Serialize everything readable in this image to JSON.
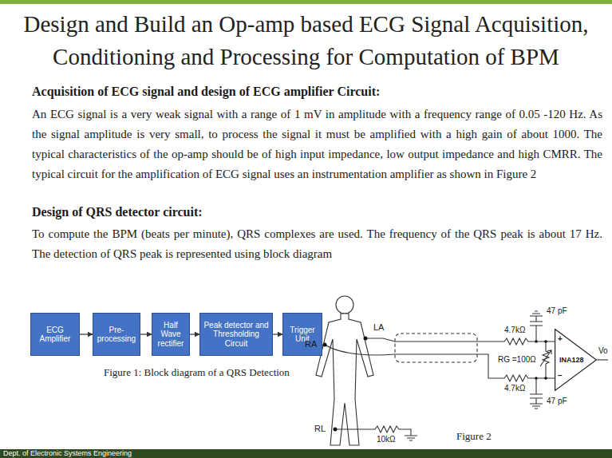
{
  "diagram": {
    "title": "Design and Build an Op-amp based ECG Signal Acquisition, Conditioning and Processing for Computation of BPM",
    "nodes": [
      {
        "text": [
          "ECG Amplifier"
        ]
      },
      {
        "text": [
          "Pre-processing"
        ]
      },
      {
        "text": [
          "Half Wave rectifier"
        ]
      },
      {
        "text": [
          "Peak detector and Thresholding Circuit"
        ]
      },
      {
        "text": [
          "Trigger Unit"
        ]
      },
      {
        "text": [
          "INA128"
        ]
      }
    ],
    "edges": [
      {
        "from": 0,
        "to": 1,
        "arrow": "to"
      },
      {
        "from": 1,
        "to": 2,
        "arrow": "to"
      },
      {
        "from": 2,
        "to": 3,
        "arrow": "to"
      },
      {
        "from": 3,
        "to": 4,
        "arrow": "to"
      }
    ],
    "labels": [
      "Acquisition of ECG signal and design of ECG amplifier Circuit:",
      "An ECG signal is a very weak signal with a range of 1 mV in amplitude with a frequency range of 0.05 -120 Hz. As the signal amplitude is very small, to process the signal it must be amplified with a high gain of about 1000. The typical characteristics of the op-amp should be of high input impedance, low output impedance and high CMRR. The typical circuit for the amplification of ECG signal uses an instrumentation amplifier as shown in Figure 2",
      "Design of QRS detector circuit:",
      "To compute the BPM (beats per minute), QRS complexes are used. The frequency of the QRS peak is about 17 Hz. The detection of QRS peak is represented using block diagram",
      "Figure 1: Block diagram of a QRS Detection",
      "RA",
      "LA",
      "RL",
      "10kΩ",
      "47 pF",
      "4.7kΩ",
      "RG =100Ω",
      "4.7kΩ",
      "47 pF",
      "+",
      "−",
      "Vo",
      "Figure 2",
      "Dept. of Electronic Systems Engineering"
    ]
  }
}
